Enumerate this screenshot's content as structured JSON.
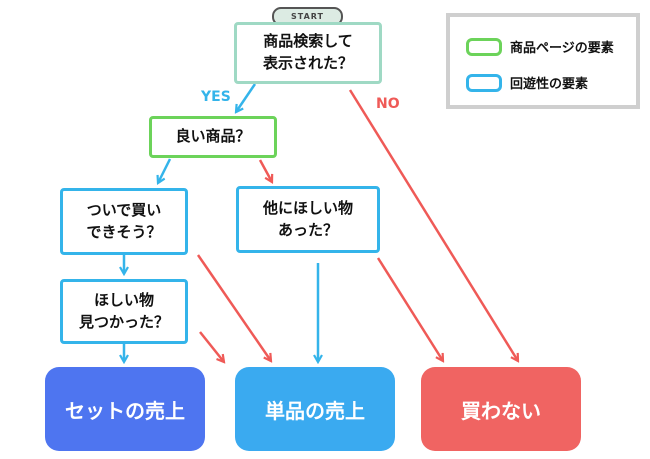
{
  "colors": {
    "start_node": "#9fd9c4",
    "product_page_factor": "#6cd35a",
    "navigation_factor": "#34b4ea",
    "yes_arrow": "#34b4ea",
    "no_arrow": "#ef5a57",
    "result_set": "#4e75f0",
    "result_single": "#3aaaf0",
    "result_none": "#f06462"
  },
  "start_label": "START",
  "nodes": {
    "search": "商品検索して\n表示された？",
    "good_product": "良い商品？",
    "buy_together": "ついで買い\nできそう？",
    "other_wanted": "他にほしい物\nあった？",
    "found_wanted": "ほしい物\n見つかった？"
  },
  "results": {
    "set_sales": "セットの売上",
    "single_sales": "単品の売上",
    "no_purchase": "買わない"
  },
  "edge_labels": {
    "yes": "YES",
    "no": "NO"
  },
  "legend": {
    "items": [
      {
        "label": "商品ページの要素",
        "color": "#6cd35a"
      },
      {
        "label": "回遊性の要素",
        "color": "#34b4ea"
      }
    ]
  }
}
